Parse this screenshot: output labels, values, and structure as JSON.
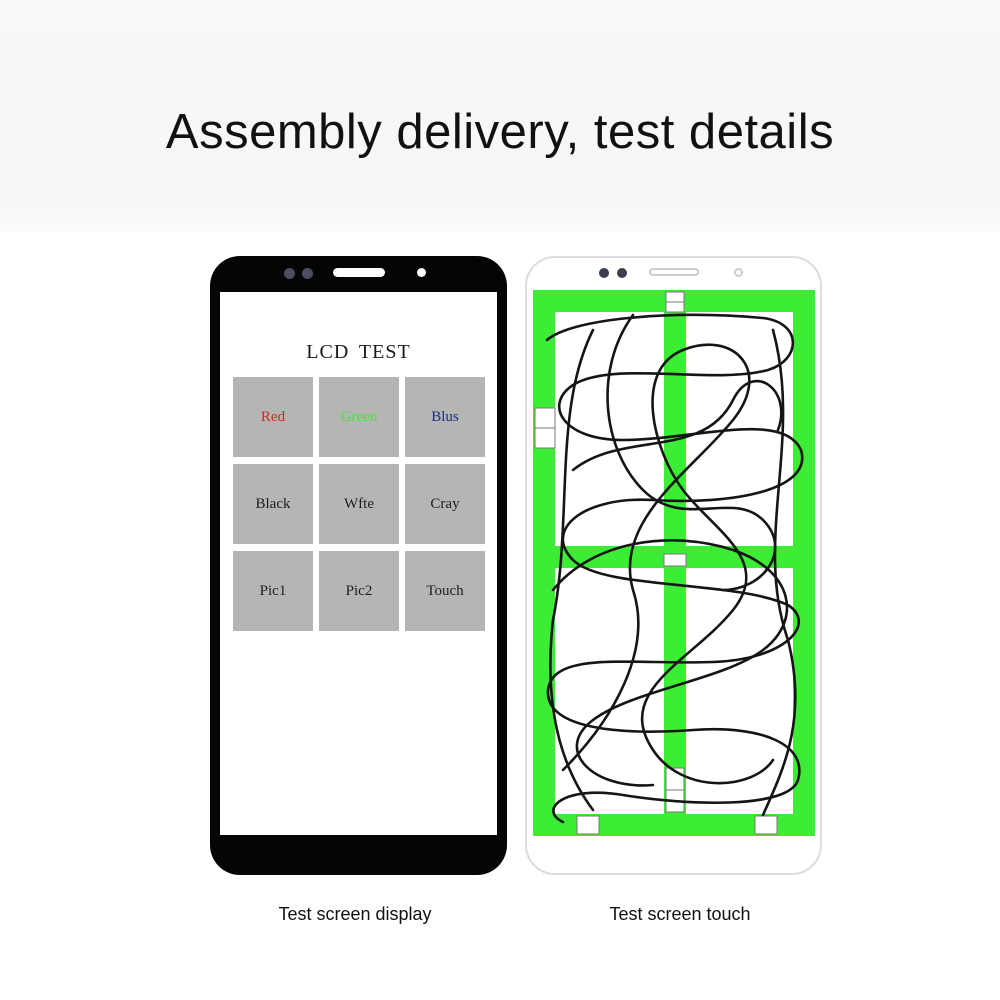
{
  "header": {
    "title": "Assembly delivery, test details"
  },
  "display_test": {
    "screen_title": "LCD  TEST",
    "buttons": [
      {
        "label": "Red",
        "color": "#d8281e"
      },
      {
        "label": "Green",
        "color": "#3ee63a"
      },
      {
        "label": "Blus",
        "color": "#1d2a8a"
      },
      {
        "label": "Black",
        "color": "#1e1e1e"
      },
      {
        "label": "Wfte",
        "color": "#1e1e1e"
      },
      {
        "label": "Cray",
        "color": "#1e1e1e"
      },
      {
        "label": "Pic1",
        "color": "#1e1e1e"
      },
      {
        "label": "Pic2",
        "color": "#1e1e1e"
      },
      {
        "label": "Touch",
        "color": "#1e1e1e"
      }
    ],
    "frame_color": "#050505"
  },
  "touch_test": {
    "pass_color": "#3ded35",
    "frame_color": "#ffffff"
  },
  "captions": {
    "left": "Test screen display",
    "right": "Test screen touch"
  }
}
